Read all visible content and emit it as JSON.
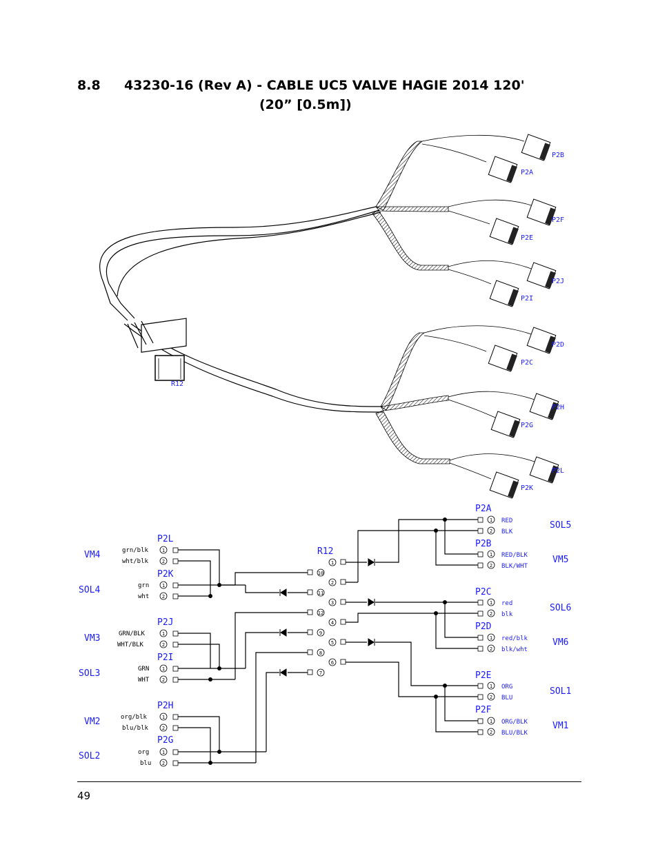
{
  "header": {
    "section_number": "8.8",
    "title_line1": "43230-16 (Rev A) - CABLE UC5 VALVE HAGIE 2014 120'",
    "title_line2": "(20” [0.5m])"
  },
  "footer": {
    "page_number": "49"
  },
  "illustration": {
    "main_connector": "R12",
    "connectors": [
      "P2B",
      "P2A",
      "P2F",
      "P2E",
      "P2J",
      "P2I",
      "P2D",
      "P2C",
      "P2H",
      "P2G",
      "P2L",
      "P2K"
    ]
  },
  "schematic": {
    "r12_label": "R12",
    "left_groups": [
      {
        "device": "VM4",
        "connector": "P2L",
        "pins": [
          {
            "n": "1",
            "wire": "grn/blk"
          },
          {
            "n": "2",
            "wire": "wht/blk"
          }
        ]
      },
      {
        "device": "SOL4",
        "connector": "P2K",
        "pins": [
          {
            "n": "1",
            "wire": "grn"
          },
          {
            "n": "2",
            "wire": "wht"
          }
        ]
      },
      {
        "device": "VM3",
        "connector": "P2J",
        "pins": [
          {
            "n": "1",
            "wire": "GRN/BLK"
          },
          {
            "n": "2",
            "wire": "WHT/BLK"
          }
        ]
      },
      {
        "device": "SOL3",
        "connector": "P2I",
        "pins": [
          {
            "n": "1",
            "wire": "GRN"
          },
          {
            "n": "2",
            "wire": "WHT"
          }
        ]
      },
      {
        "device": "VM2",
        "connector": "P2H",
        "pins": [
          {
            "n": "1",
            "wire": "org/blk"
          },
          {
            "n": "2",
            "wire": "blu/blk"
          }
        ]
      },
      {
        "device": "SOL2",
        "connector": "P2G",
        "pins": [
          {
            "n": "1",
            "wire": "org"
          },
          {
            "n": "2",
            "wire": "blu"
          }
        ]
      }
    ],
    "right_groups": [
      {
        "device": "SOL5",
        "connector": "P2A",
        "pins": [
          {
            "n": "1",
            "wire": "RED"
          },
          {
            "n": "2",
            "wire": "BLK"
          }
        ]
      },
      {
        "device": "VM5",
        "connector": "P2B",
        "pins": [
          {
            "n": "1",
            "wire": "RED/BLK"
          },
          {
            "n": "2",
            "wire": "BLK/WHT"
          }
        ]
      },
      {
        "device": "SOL6",
        "connector": "P2C",
        "pins": [
          {
            "n": "1",
            "wire": "red"
          },
          {
            "n": "2",
            "wire": "blk"
          }
        ]
      },
      {
        "device": "VM6",
        "connector": "P2D",
        "pins": [
          {
            "n": "1",
            "wire": "red/blk"
          },
          {
            "n": "2",
            "wire": "blk/wht"
          }
        ]
      },
      {
        "device": "SOL1",
        "connector": "P2E",
        "pins": [
          {
            "n": "1",
            "wire": "ORG"
          },
          {
            "n": "2",
            "wire": "BLU"
          }
        ]
      },
      {
        "device": "VM1",
        "connector": "P2F",
        "pins": [
          {
            "n": "1",
            "wire": "ORG/BLK"
          },
          {
            "n": "2",
            "wire": "BLU/BLK"
          }
        ]
      }
    ],
    "r12_left_pins": [
      "10",
      "11",
      "12",
      "9",
      "8",
      "7"
    ],
    "r12_right_pins": [
      "1",
      "2",
      "3",
      "4",
      "5",
      "6"
    ]
  }
}
